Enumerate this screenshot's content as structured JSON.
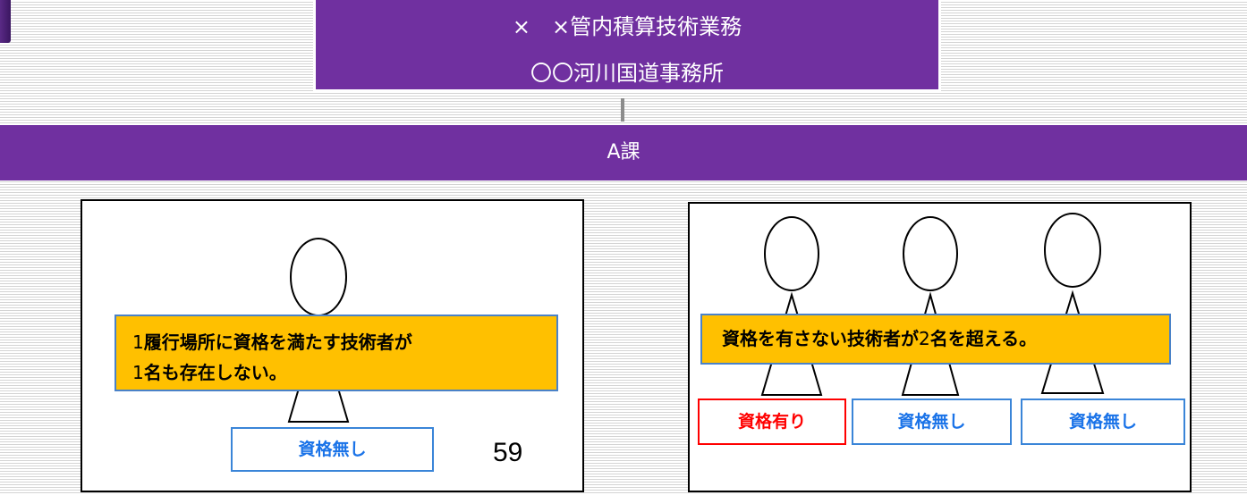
{
  "header": {
    "line1": "×　×管内積算技術業務",
    "line2": "〇〇河川国道事務所"
  },
  "section": {
    "title": "A課"
  },
  "left_panel": {
    "callout_num1": "1",
    "callout_text1": "履行場所に資格を満たす技術者が",
    "callout_num2": "1",
    "callout_text2": "名も存在しない。",
    "tag": "資格無し",
    "page_number": "59"
  },
  "right_panel": {
    "callout_pre": "資格を有さない技術者が",
    "callout_num": "2",
    "callout_post": "名を超える。",
    "tags": [
      "資格有り",
      "資格無し",
      "資格無し"
    ]
  },
  "colors": {
    "purple": "#7030a0",
    "callout_fill": "#ffc000",
    "qualified": "#ff0000",
    "unqualified": "#1a73e8"
  },
  "icons": [
    "person-figure-icon"
  ]
}
